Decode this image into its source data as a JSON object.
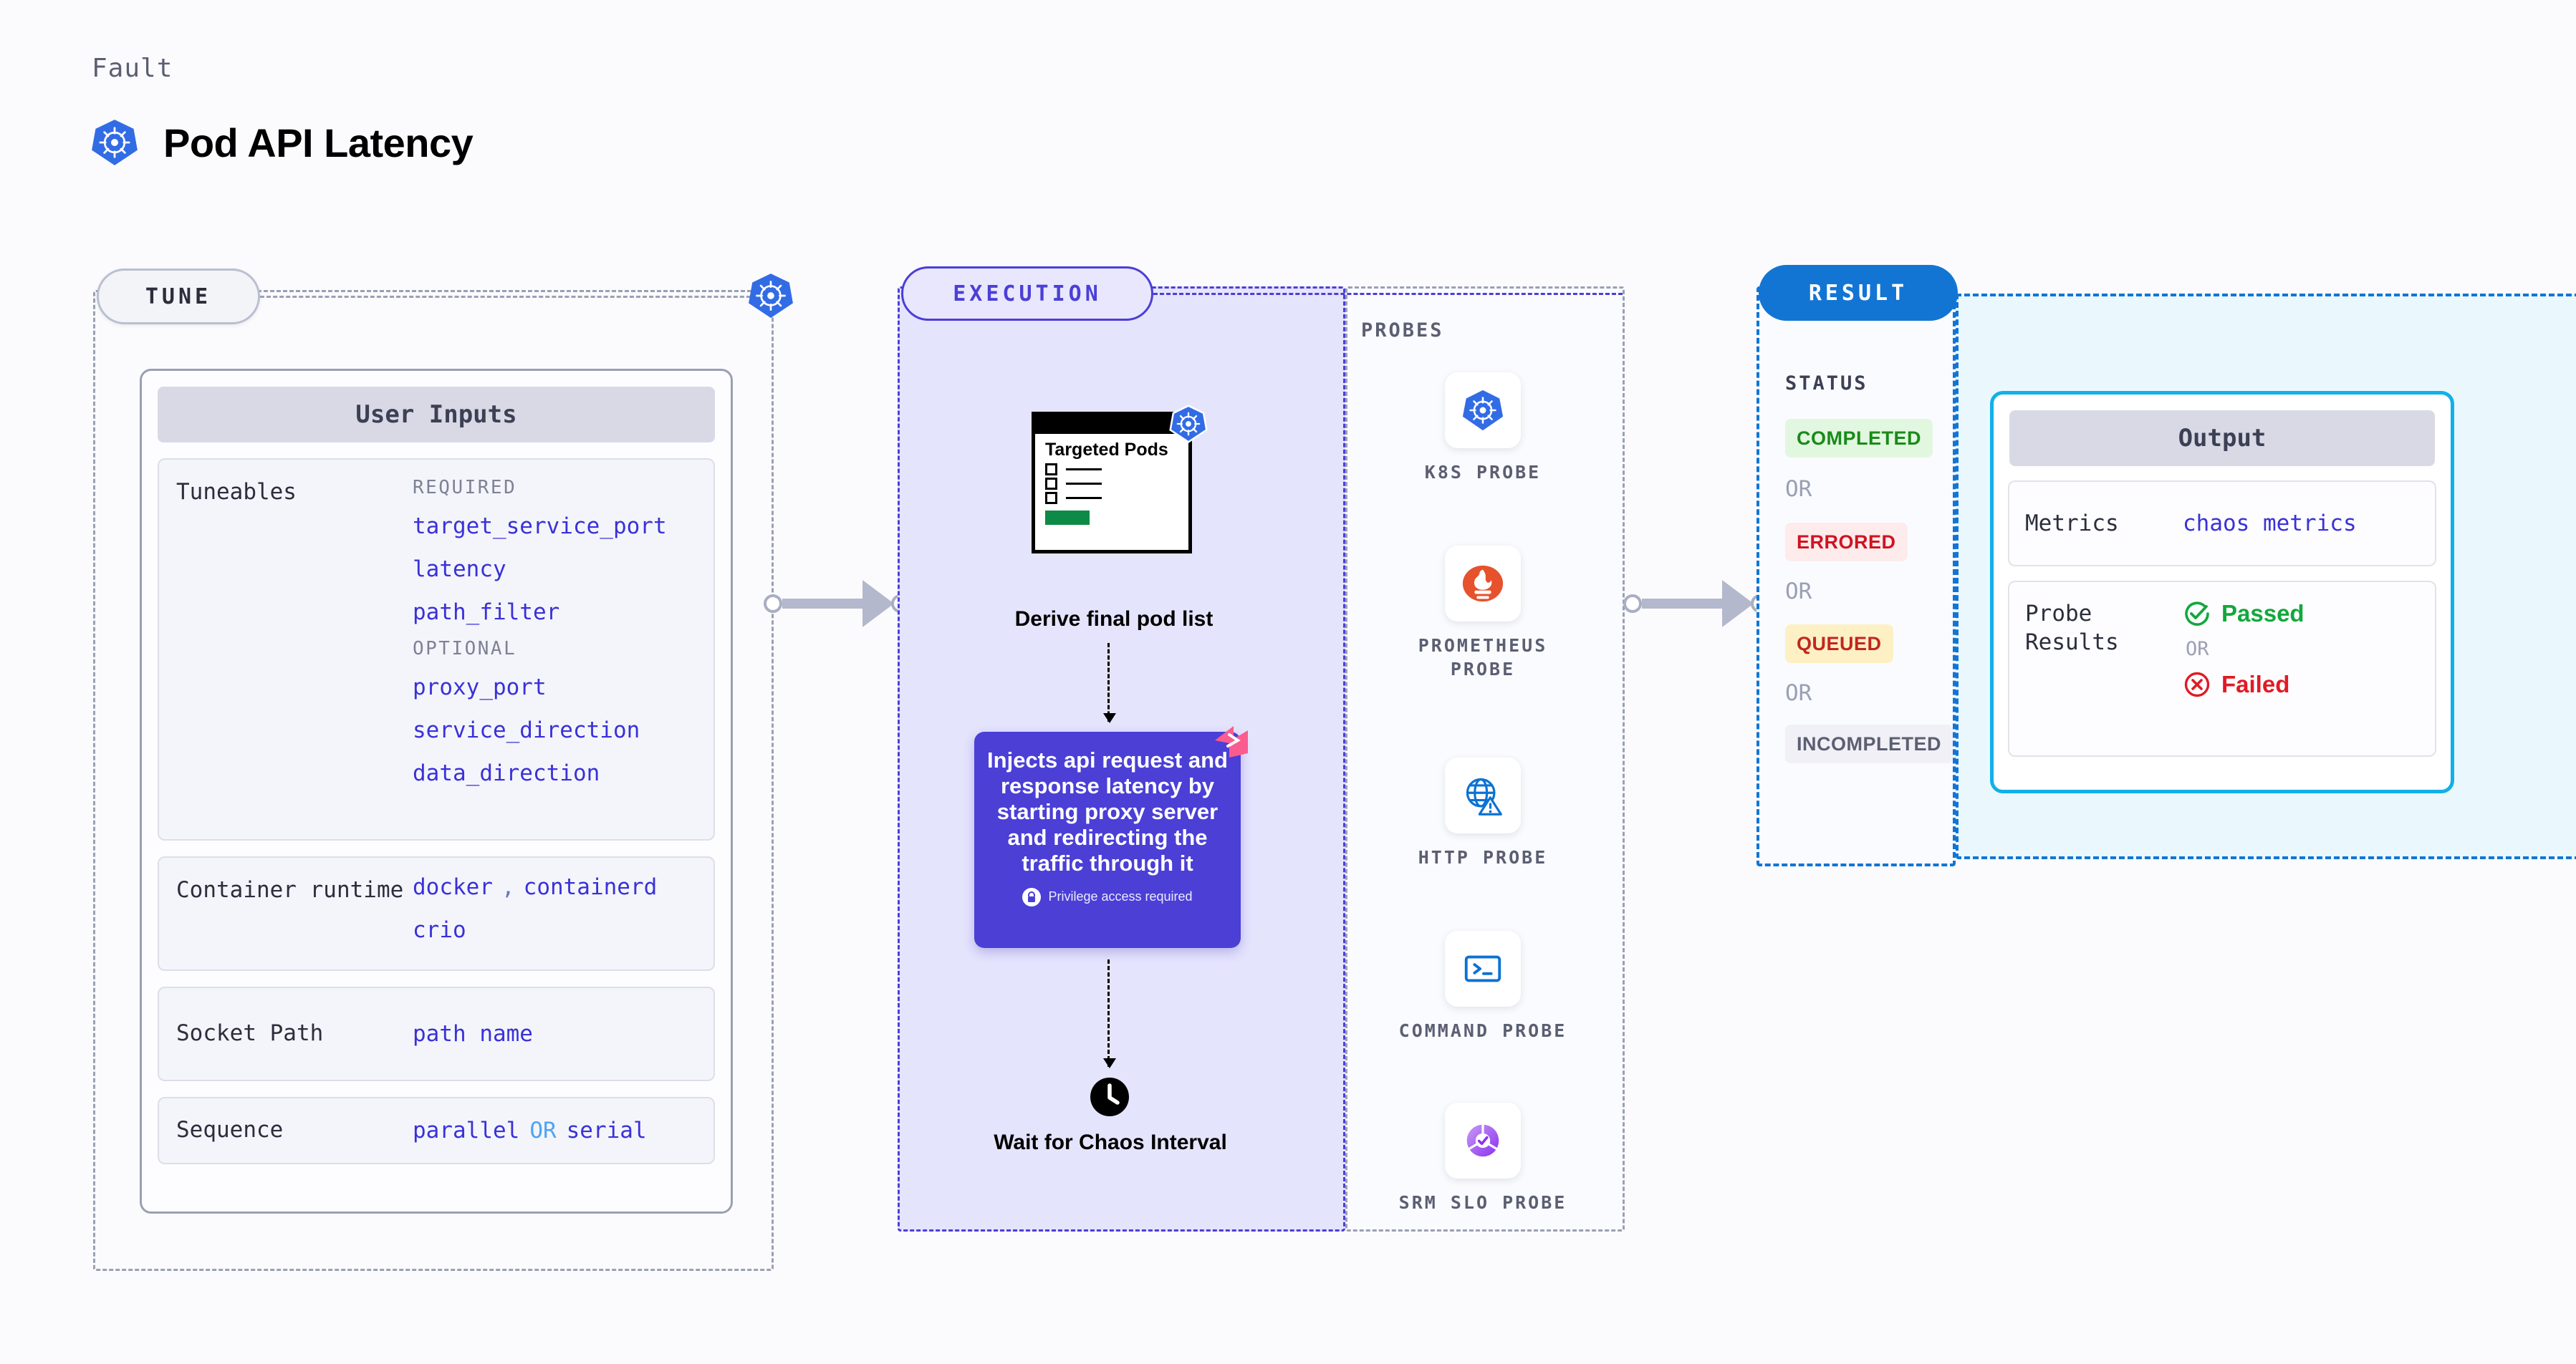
{
  "header": {
    "kicker": "Fault",
    "title": "Pod API Latency",
    "logo_icon": "kubernetes-icon"
  },
  "tune": {
    "pill_label": "TUNE",
    "badge_icon": "kubernetes-icon",
    "card_title": "User Inputs",
    "rows": [
      {
        "label": "Tuneables",
        "groups": [
          {
            "heading": "REQUIRED",
            "values": [
              "target_service_port",
              "latency",
              "path_filter"
            ]
          },
          {
            "heading": "OPTIONAL",
            "values": [
              "proxy_port",
              "service_direction",
              "data_direction"
            ]
          }
        ]
      },
      {
        "label": "Container runtime",
        "values_line1": "docker",
        "separator": ",",
        "values_line1b": "containerd",
        "values_line2": "crio"
      },
      {
        "label": "Socket Path",
        "value": "path name"
      },
      {
        "label": "Sequence",
        "value_a": "parallel",
        "or": "OR",
        "value_b": "serial"
      }
    ]
  },
  "execution": {
    "pill_label": "EXECUTION",
    "pods_doc": {
      "title": "Targeted Pods",
      "badge_icon": "kubernetes-icon",
      "rows": 3
    },
    "derive_label": "Derive final pod list",
    "inject_card": {
      "text": "Injects api request and response latency by starting proxy server and redirecting the traffic through it",
      "privilege_note": "Privilege access required",
      "privilege_icon": "lock-icon",
      "corner_icon": "harness-icon",
      "color": "#4b3fd6"
    },
    "wait_step": {
      "icon": "clock-icon",
      "label": "Wait for Chaos Interval"
    }
  },
  "probes": {
    "title": "PROBES",
    "items": [
      {
        "name": "K8S PROBE",
        "icon": "kubernetes-icon"
      },
      {
        "name": "PROMETHEUS PROBE",
        "icon": "prometheus-icon"
      },
      {
        "name": "HTTP PROBE",
        "icon": "http-globe-warning-icon"
      },
      {
        "name": "COMMAND PROBE",
        "icon": "terminal-icon"
      },
      {
        "name": "SRM SLO PROBE",
        "icon": "srm-slo-icon"
      }
    ]
  },
  "result": {
    "pill_label": "RESULT",
    "status_title": "STATUS",
    "or_label": "OR",
    "statuses": [
      {
        "label": "COMPLETED",
        "bg": "#e2f7e0",
        "fg": "#1a8a1a"
      },
      {
        "label": "ERRORED",
        "bg": "#fdeceb",
        "fg": "#cf1322"
      },
      {
        "label": "QUEUED",
        "bg": "#fdf0c4",
        "fg": "#c2261f"
      },
      {
        "label": "INCOMPLETED",
        "bg": "#f0f0f6",
        "fg": "#5b5f72"
      }
    ]
  },
  "output": {
    "card_title": "Output",
    "metrics_label": "Metrics",
    "metrics_value": "chaos metrics",
    "probe_results_label": "Probe Results",
    "passed_label": "Passed",
    "failed_label": "Failed",
    "or_label": "OR",
    "passed_icon": "check-circle-icon",
    "failed_icon": "x-circle-icon"
  }
}
